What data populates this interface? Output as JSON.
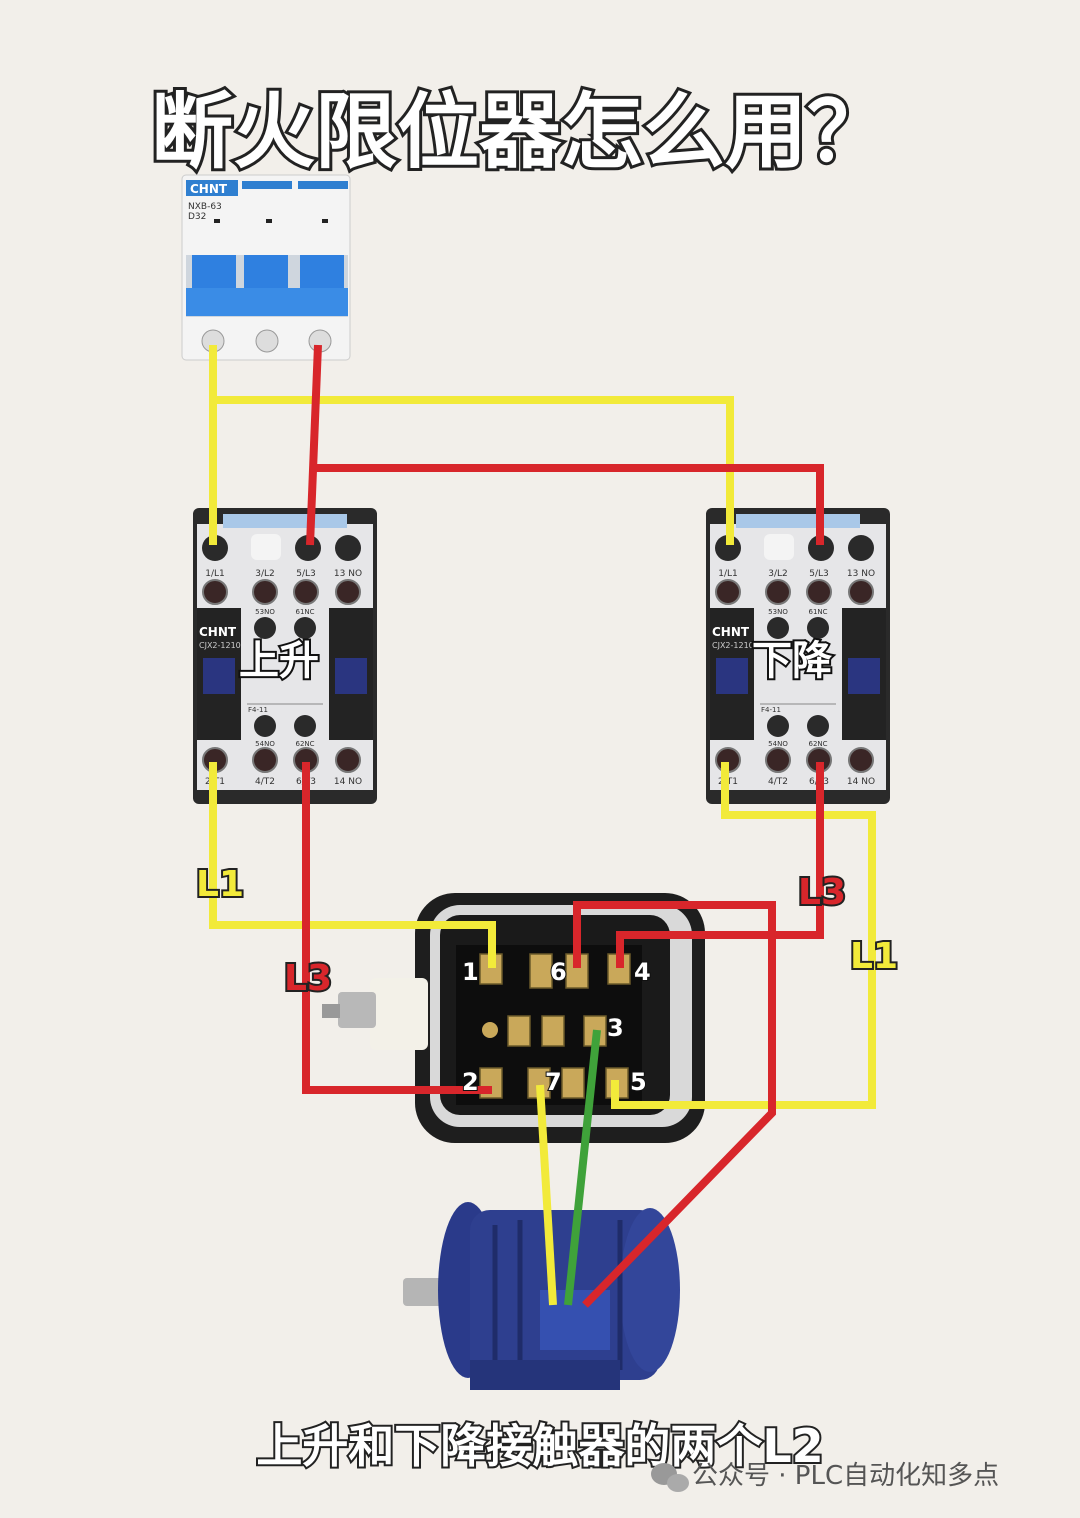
{
  "title": "断火限位器怎么用？",
  "caption": "上升和下降接触器的两个L2",
  "watermark": {
    "icon": "wechat-icon",
    "text": "公众号 · PLC自动化知多点"
  },
  "breaker": {
    "brand": "CHNT",
    "model": "NXB-63",
    "rating": "D32"
  },
  "contactors": {
    "brand": "CHNT",
    "model": "CJX2-1210",
    "aux_block": "F4-11",
    "top_terminals": [
      "1/L1",
      "3/L2",
      "5/L3",
      "13 NO"
    ],
    "aux_top": [
      "53NO",
      "61NC"
    ],
    "aux_bottom": [
      "54NO",
      "62NC"
    ],
    "bottom_terminals": [
      "2/T1",
      "4/T2",
      "6/T3",
      "14 NO"
    ],
    "up_label": "上升",
    "down_label": "下降"
  },
  "wire_labels": {
    "left_yellow": "L1",
    "left_red": "L3",
    "right_red": "L3",
    "right_yellow": "L1"
  },
  "limit_switch_terminals": [
    "1",
    "6",
    "4",
    "3",
    "2",
    "7",
    "5"
  ],
  "colors": {
    "yellow": "#f2ea3a",
    "red": "#d8262b",
    "green": "#3fa23a",
    "blue": "#2f63d8",
    "motor": "#2e3f8f"
  }
}
